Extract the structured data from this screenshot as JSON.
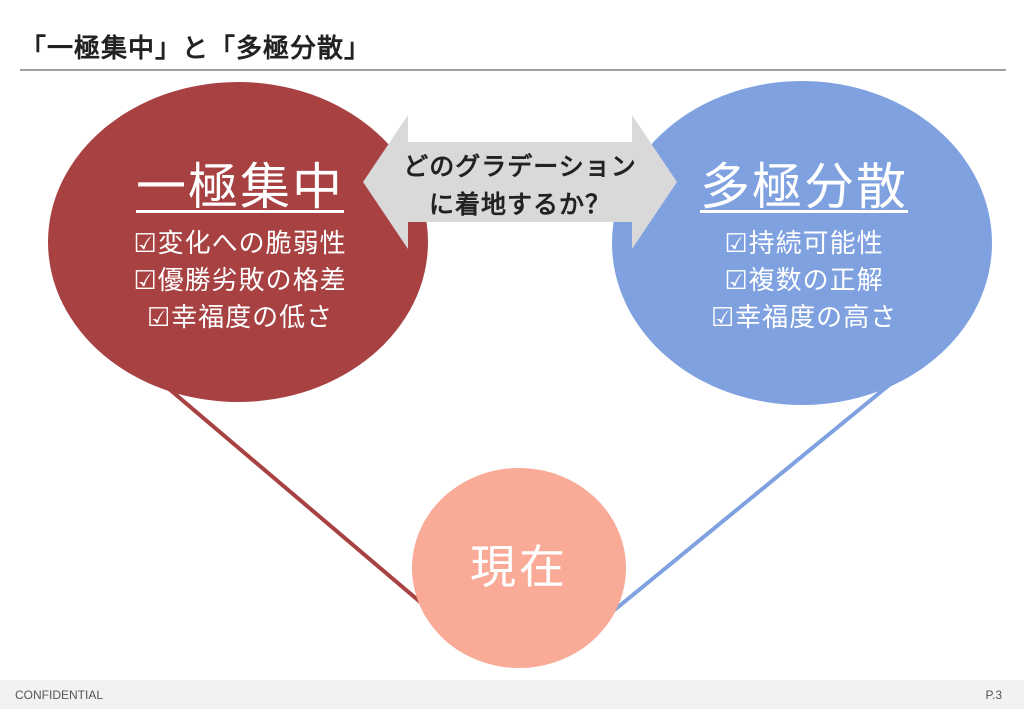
{
  "title": "「一極集中」と「多極分散」",
  "left_circle": {
    "heading": "一極集中",
    "items": [
      "☑変化への脆弱性",
      "☑優勝劣敗の格差",
      "☑幸福度の低さ"
    ]
  },
  "right_circle": {
    "heading": "多極分散",
    "items": [
      "☑持続可能性",
      "☑複数の正解",
      "☑幸福度の高さ"
    ]
  },
  "arrow": {
    "line1": "どのグラデーション",
    "line2": "に着地するか？"
  },
  "current": "現在",
  "footer": {
    "left": "CONFIDENTIAL",
    "right": "P.3"
  },
  "colors": {
    "left_circle": "#a84142",
    "right_circle": "#7fa1e0",
    "current_circle": "#f9ab98",
    "arrow": "#d9d9d9",
    "left_line": "#a84142",
    "right_line": "#7fa1e0"
  }
}
